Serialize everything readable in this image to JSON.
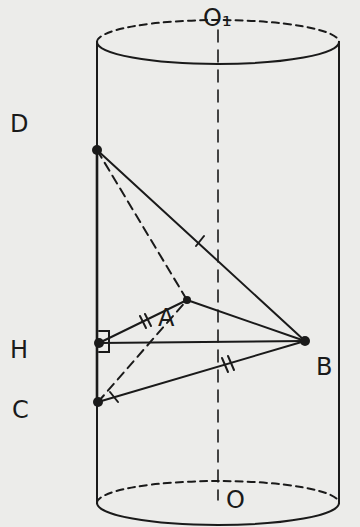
{
  "diagram": {
    "labels": [
      "O₁",
      "D",
      "A",
      "H",
      "B",
      "C",
      "O"
    ]
  }
}
